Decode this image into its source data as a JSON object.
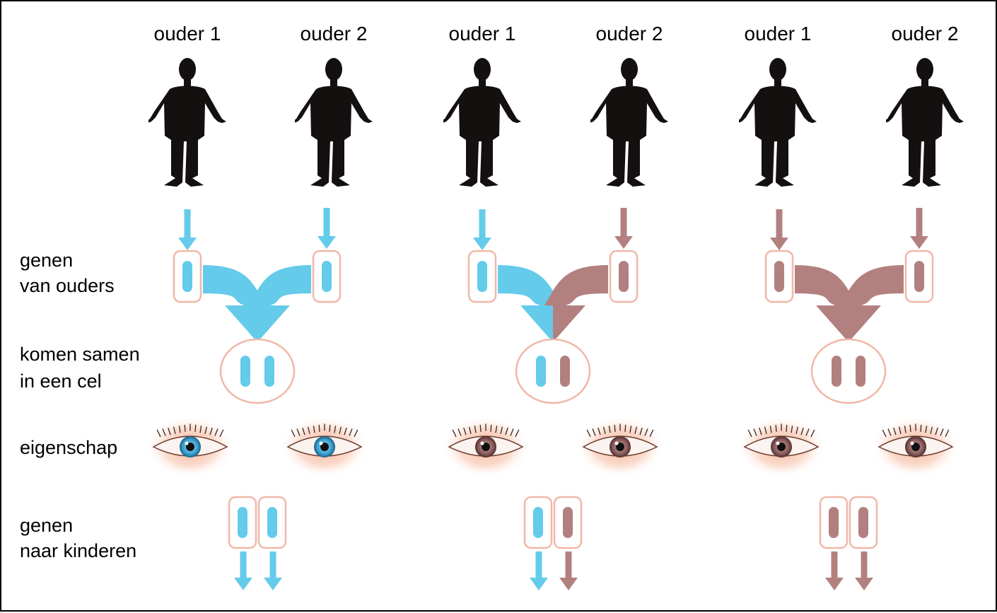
{
  "colors": {
    "blue": "#64cbea",
    "brown": "#b38080",
    "box_stroke": "#f0b8a8",
    "silhouette": "#141010",
    "frame": "#000000"
  },
  "labels": {
    "ouder1": "ouder 1",
    "ouder2": "ouder 2"
  },
  "rows": {
    "genen_van_ouders": [
      "genen",
      "van ouders"
    ],
    "komen_samen": [
      "komen samen",
      "in een cel"
    ],
    "eigenschap": [
      "eigenschap"
    ],
    "genen_naar_kinderen": [
      "genen",
      "naar kinderen"
    ]
  },
  "groups": [
    {
      "parent1_gene": "blue",
      "parent2_gene": "blue",
      "eye_color": "blue"
    },
    {
      "parent1_gene": "blue",
      "parent2_gene": "brown",
      "eye_color": "brown"
    },
    {
      "parent1_gene": "brown",
      "parent2_gene": "brown",
      "eye_color": "brown"
    }
  ]
}
